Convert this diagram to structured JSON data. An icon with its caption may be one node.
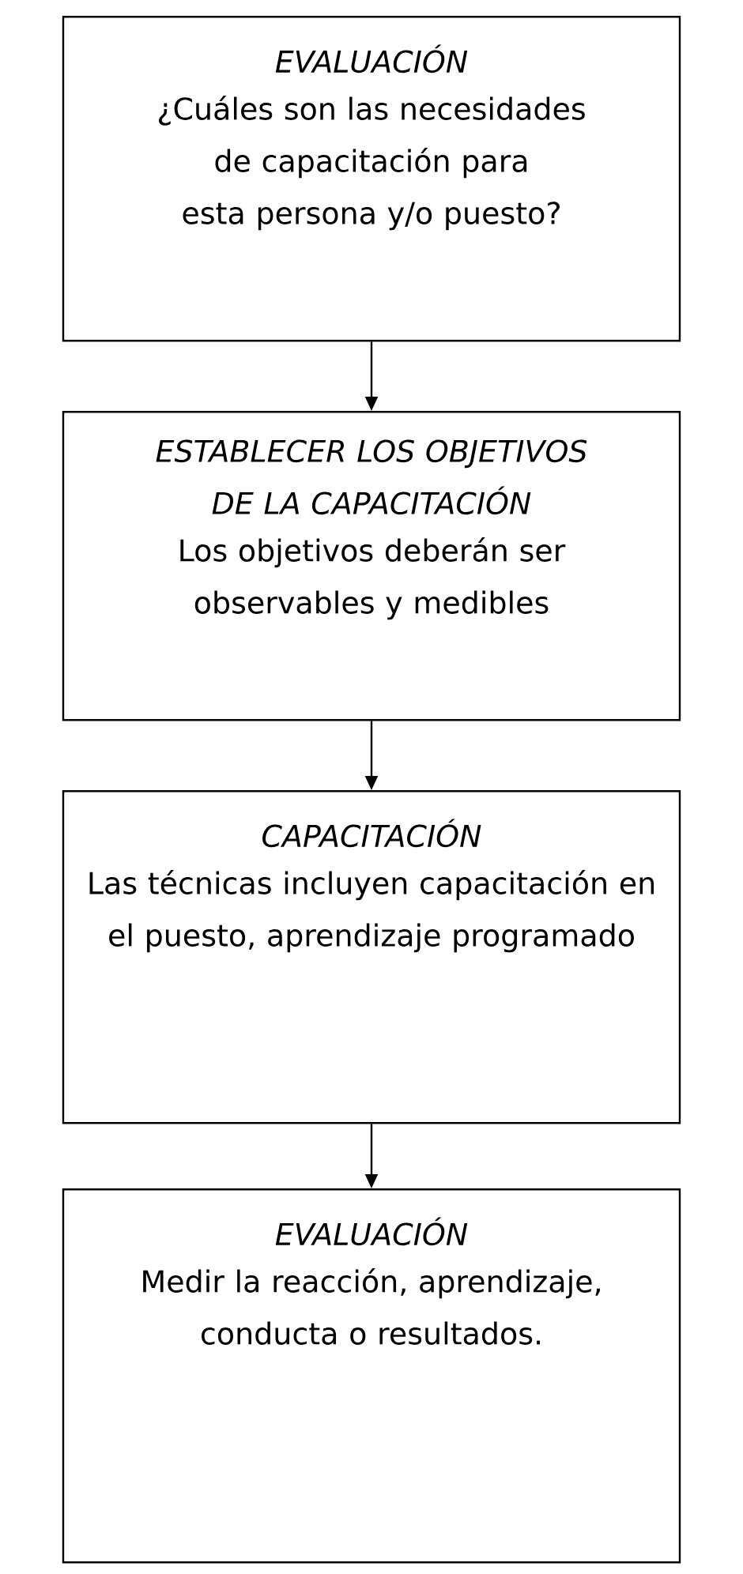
{
  "diagram": {
    "nodes": [
      {
        "text": [
          "EVALUACIÓN",
          "¿Cuáles son las necesidades de capacitación para esta persona y/o puesto?"
        ]
      },
      {
        "text": [
          "ESTABLECER LOS OBJETIVOS DE LA CAPACITACIÓN",
          "Los objetivos deberán ser observables y medibles"
        ]
      },
      {
        "text": [
          "CAPACITACIÓN",
          "Las técnicas incluyen capacitación en el puesto, aprendizaje programado"
        ]
      },
      {
        "text": [
          "EVALUACIÓN",
          "Medir la reacción, aprendizaje, conducta o resultados."
        ]
      }
    ],
    "edges": [
      {
        "from": 0,
        "to": 1,
        "arrow": "to"
      },
      {
        "from": 1,
        "to": 2,
        "arrow": "to"
      },
      {
        "from": 2,
        "to": 3,
        "arrow": "to"
      }
    ]
  }
}
